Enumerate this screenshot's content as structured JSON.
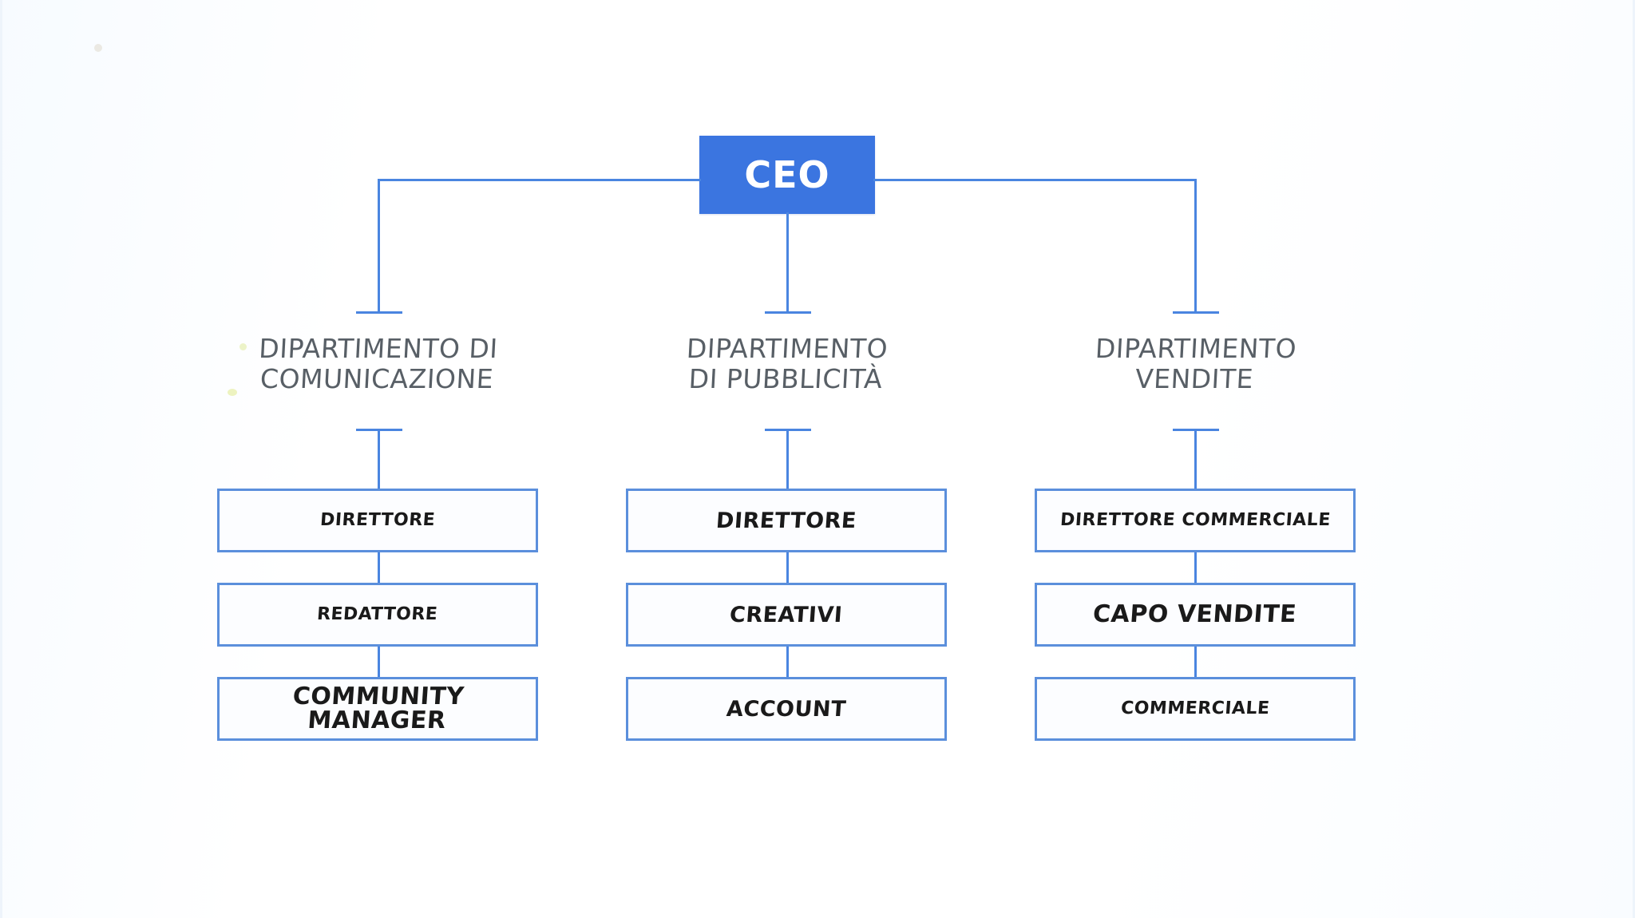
{
  "chart": {
    "type": "org-chart",
    "title_visible": false,
    "root": {
      "label": "CEO",
      "box_color": "#3b75e0",
      "text_color": "#ffffff"
    },
    "line_color": "#4a85e0",
    "box_border_color": "#5b8fdc",
    "box_fill_color": "#fcfdff",
    "dept_text_color": "#585f66",
    "role_text_color": "#1a1a1a",
    "background": "#fefeff",
    "departments": [
      {
        "title": "DIPARTIMENTO DI\nCOMUNICAZIONE",
        "title_line_1": "DIPARTIMENTO DI",
        "title_line_2": "COMUNICAZIONE",
        "roles": [
          {
            "label": "DIRETTORE",
            "size": "sm"
          },
          {
            "label": "REDATTORE",
            "size": "sm"
          },
          {
            "label": "COMMUNITY MANAGER",
            "size": "lg"
          }
        ]
      },
      {
        "title": "DIPARTIMENTO\nDI PUBBLICITÀ",
        "title_line_1": "DIPARTIMENTO",
        "title_line_2": "DI PUBBLICITÀ",
        "roles": [
          {
            "label": "DIRETTORE",
            "size": "md"
          },
          {
            "label": "CREATIVI",
            "size": "md"
          },
          {
            "label": "ACCOUNT",
            "size": "md"
          }
        ]
      },
      {
        "title": "DIPARTIMENTO\nVENDITE",
        "title_line_1": "DIPARTIMENTO",
        "title_line_2": "VENDITE",
        "roles": [
          {
            "label": "DIRETTORE COMMERCIALE",
            "size": "sm"
          },
          {
            "label": "CAPO VENDITE",
            "size": "lg"
          },
          {
            "label": "COMMERCIALE",
            "size": "sm"
          }
        ]
      }
    ]
  }
}
